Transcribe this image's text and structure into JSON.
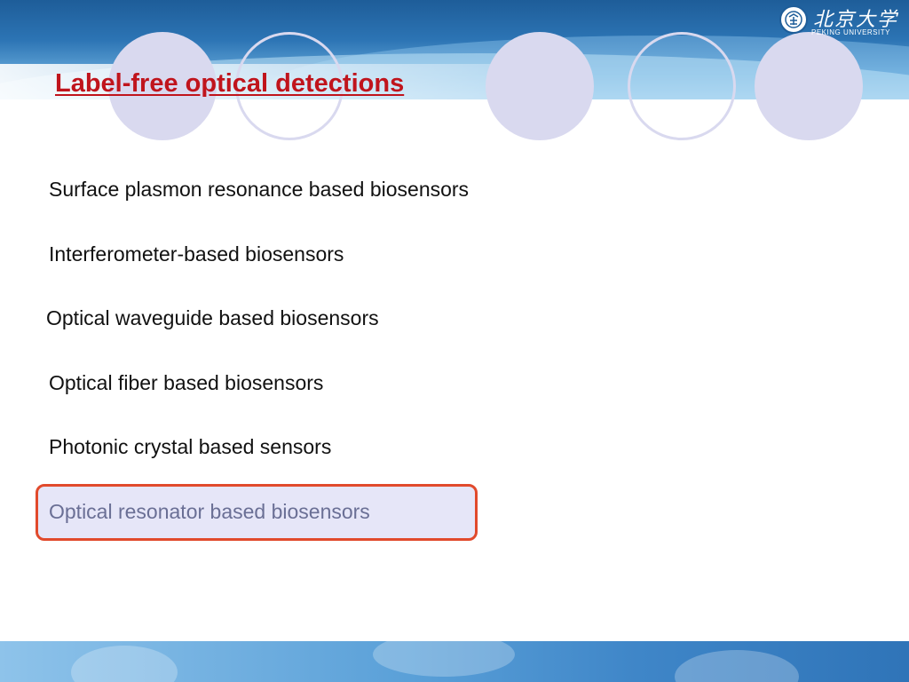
{
  "slide": {
    "title": "Label-free optical detections",
    "items": [
      "Surface plasmon resonance based biosensors",
      "Interferometer-based biosensors",
      "Optical waveguide based biosensors",
      "Optical fiber based biosensors",
      "Photonic crystal based sensors",
      "Optical resonator based biosensors"
    ],
    "highlighted_item_index": 5
  },
  "logo": {
    "chinese_name": "北京大学",
    "english_name": "PEKING UNIVERSITY"
  },
  "colors": {
    "title": "#c0141c",
    "header_blue": "#1e5d99",
    "circle": "#d9d9ef",
    "highlight_border": "#e14a2c",
    "highlight_fill": "#e6e6f8",
    "highlight_text": "#6a6f95"
  }
}
